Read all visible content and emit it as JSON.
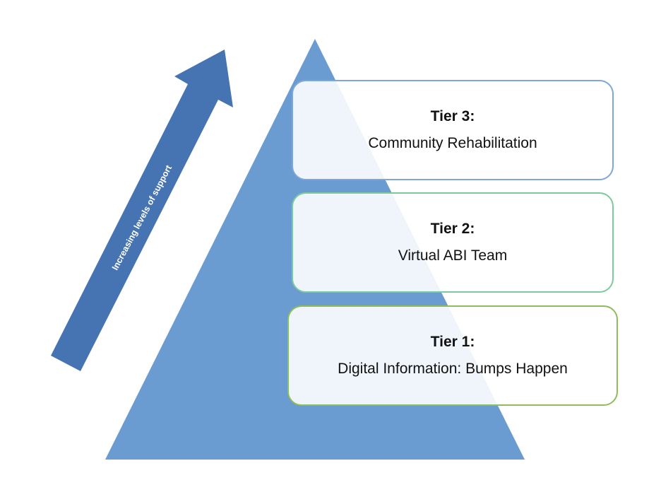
{
  "diagram": {
    "type": "tiered-pyramid",
    "arrow": {
      "label": "Increasing levels of support",
      "direction": "up",
      "color": "#4674b2"
    },
    "pyramid": {
      "color": "#6a9bd1"
    },
    "tiers": [
      {
        "id": "tier-3",
        "title": "Tier 3:",
        "description": "Community Rehabilitation",
        "border_color": "#7ea6d8"
      },
      {
        "id": "tier-2",
        "title": "Tier 2:",
        "description": "Virtual ABI Team",
        "border_color": "#7ccb9c"
      },
      {
        "id": "tier-1",
        "title": "Tier 1:",
        "description": "Digital Information: Bumps Happen",
        "border_color": "#8fbd5c"
      }
    ]
  }
}
